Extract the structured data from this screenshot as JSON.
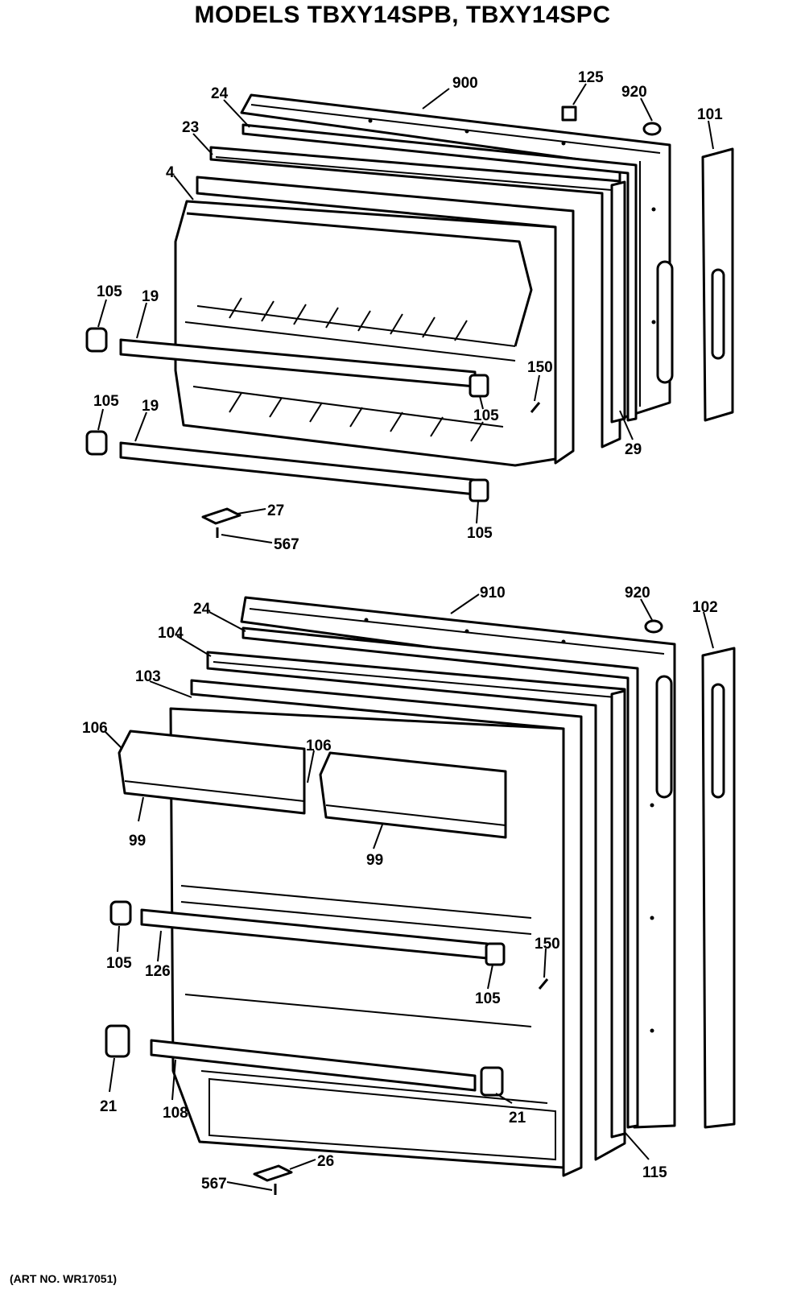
{
  "title": "MODELS TBXY14SPB, TBXY14SPC",
  "art_no": "(ART NO. WR17051)",
  "callouts": {
    "top_900": "900",
    "top_125": "125",
    "top_920": "920",
    "top_101": "101",
    "top_24": "24",
    "top_23": "23",
    "top_4": "4",
    "top_105_a": "105",
    "top_19_a": "19",
    "top_150": "150",
    "top_105_b": "105",
    "top_105_c": "105",
    "top_19_b": "19",
    "top_29": "29",
    "top_27": "27",
    "top_567": "567",
    "top_105_d": "105",
    "bot_910": "910",
    "bot_920": "920",
    "bot_102": "102",
    "bot_24": "24",
    "bot_104": "104",
    "bot_103": "103",
    "bot_106_a": "106",
    "bot_106_b": "106",
    "bot_99_a": "99",
    "bot_99_b": "99",
    "bot_105_a": "105",
    "bot_126": "126",
    "bot_150": "150",
    "bot_105_b": "105",
    "bot_21_a": "21",
    "bot_108": "108",
    "bot_21_b": "21",
    "bot_115": "115",
    "bot_26": "26",
    "bot_567": "567"
  }
}
